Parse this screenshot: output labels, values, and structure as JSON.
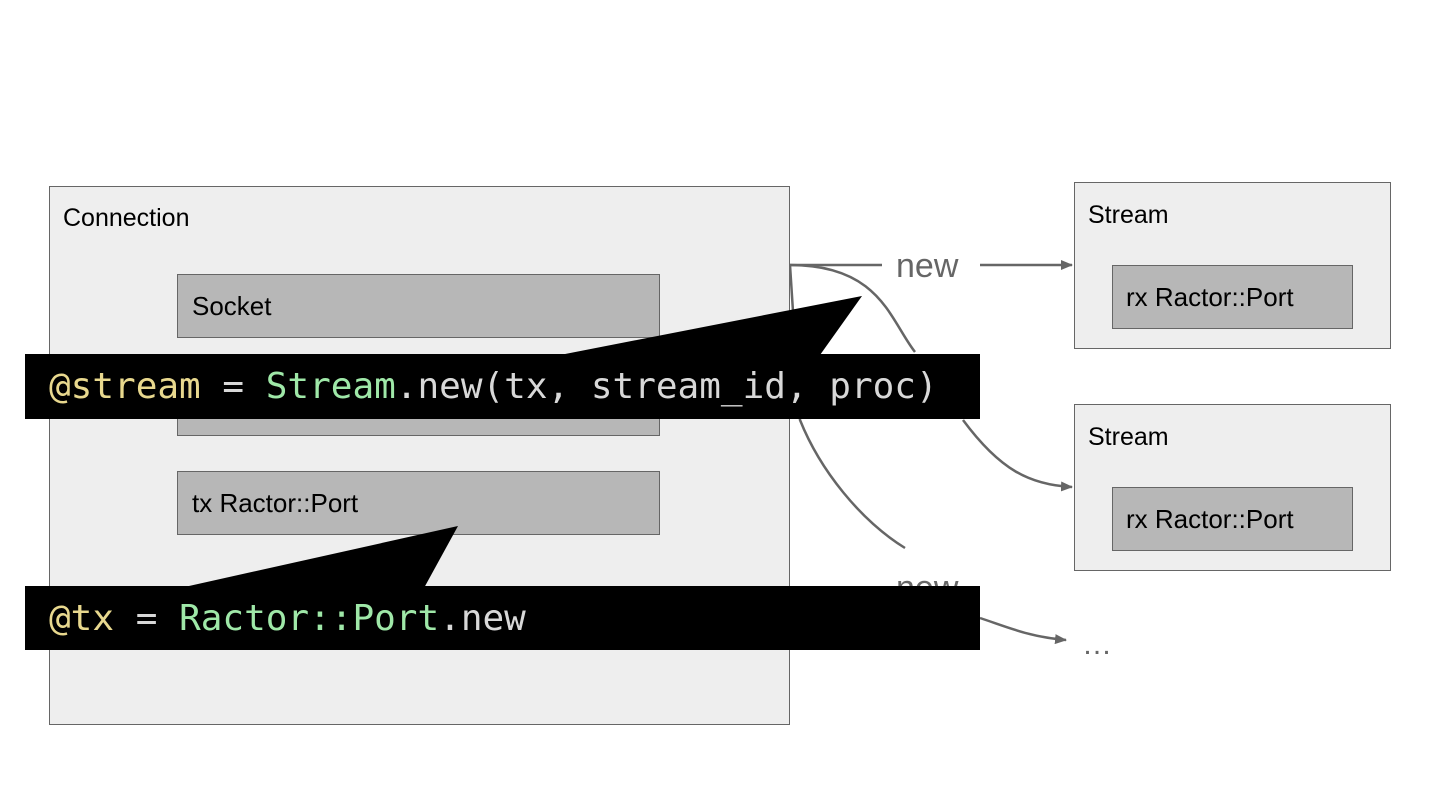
{
  "connection": {
    "title": "Connection",
    "socket_label": "Socket",
    "hidden_box_label": "",
    "tx_port_label": "tx Ractor::Port"
  },
  "streams": [
    {
      "title": "Stream",
      "port_label": "rx Ractor::Port"
    },
    {
      "title": "Stream",
      "port_label": "rx Ractor::Port"
    }
  ],
  "arrows": {
    "new_label_top": "new",
    "new_label_bottom": "new",
    "ellipsis": "…"
  },
  "code_callouts": {
    "stream_line": {
      "var": "@stream",
      "op": " = ",
      "const": "Stream",
      "rest": ".new(tx, stream_id, proc)"
    },
    "tx_line": {
      "var": "@tx",
      "op": " = ",
      "const": "Ractor::Port",
      "rest": ".new"
    }
  },
  "colors": {
    "outer_box_fill": "#eeeeee",
    "inner_box_fill": "#b7b7b7",
    "border": "#666666",
    "arrow": "#666666",
    "code_background": "#000000",
    "code_variable": "#e8d88e",
    "code_constant": "#9fe8a8",
    "code_text": "#d8d8d8"
  }
}
